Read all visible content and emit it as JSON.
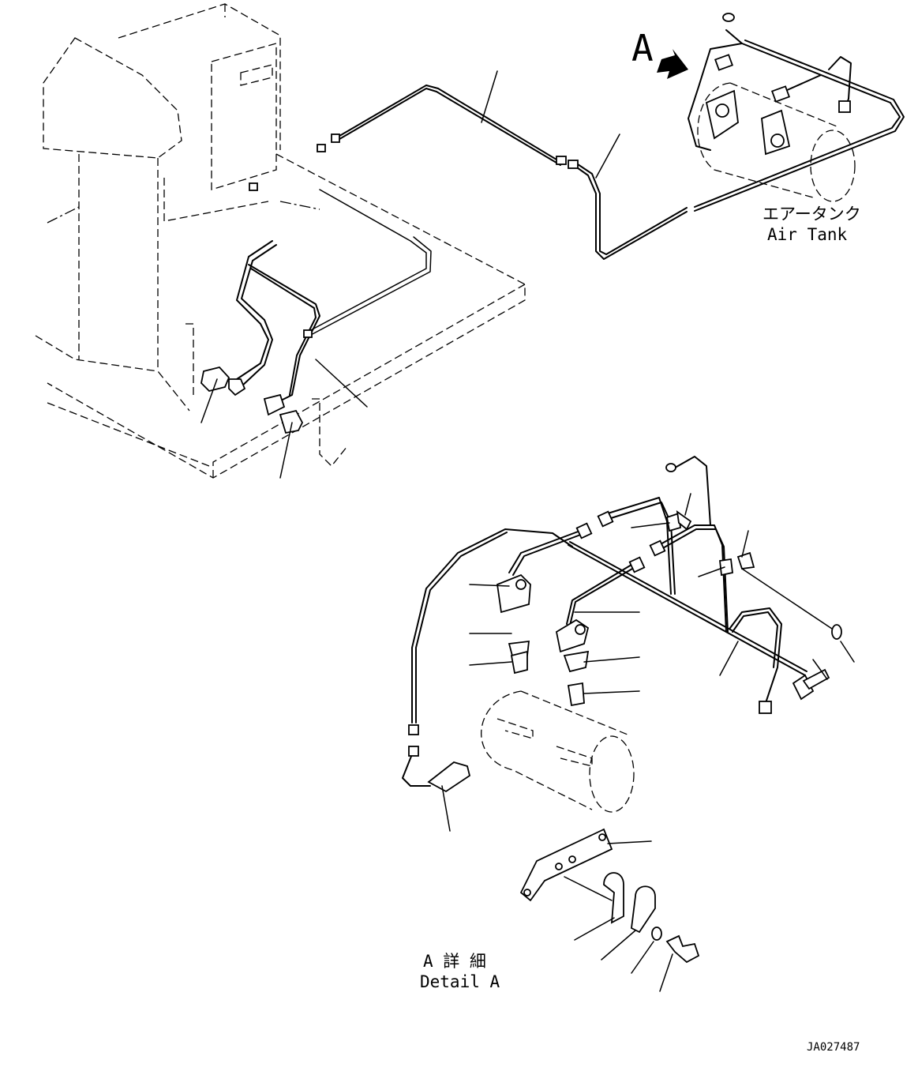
{
  "labels": {
    "view_letter": "A",
    "air_tank_jp": "エアータンク",
    "air_tank_en": "Air Tank",
    "detail_jp": "A 詳 細",
    "detail_en": "Detail A",
    "drawing_number": "JA027487"
  }
}
